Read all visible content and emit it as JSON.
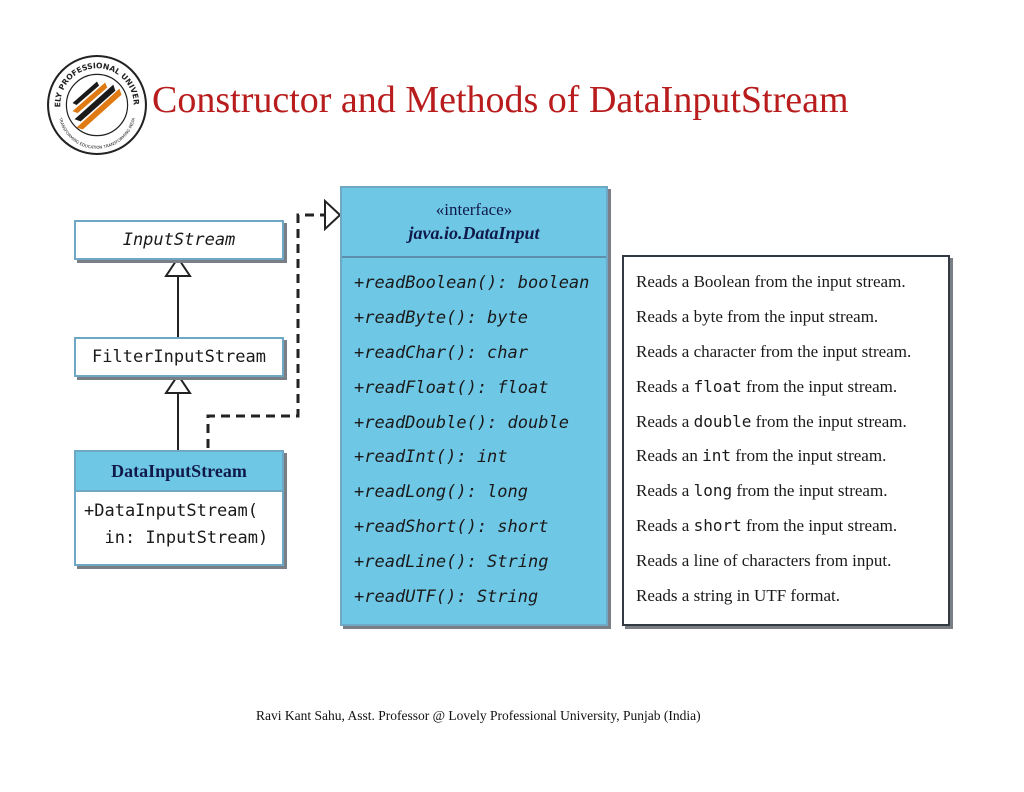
{
  "slide": {
    "title": "Constructor and Methods of DataInputStream",
    "footer": "Ravi Kant Sahu, Asst. Professor @ Lovely Professional University, Punjab (India)"
  },
  "logo": {
    "ring_text": "LOVELY PROFESSIONAL UNIVERSITY",
    "ring_text_bottom": "TRANSFORMING EDUCATION TRANSFORMING INDIA"
  },
  "diagram": {
    "classes": {
      "input_stream": "InputStream",
      "filter_input_stream": "FilterInputStream",
      "data_input_stream": {
        "name": "DataInputStream",
        "constructor": "+DataInputStream(\n  in: InputStream)"
      }
    },
    "interface": {
      "stereotype": "«interface»",
      "name": "java.io.DataInput",
      "methods": [
        "+readBoolean(): boolean",
        "+readByte(): byte",
        "+readChar(): char",
        "+readFloat(): float",
        "+readDouble(): double",
        "+readInt(): int",
        "+readLong(): long",
        "+readShort(): short",
        "+readLine(): String",
        "+readUTF(): String"
      ]
    },
    "descriptions": [
      {
        "pre": "Reads a Boolean from the input stream.",
        "kw": "",
        "post": ""
      },
      {
        "pre": "Reads a byte from the input stream.",
        "kw": "",
        "post": ""
      },
      {
        "pre": "Reads a character from the input stream.",
        "kw": "",
        "post": ""
      },
      {
        "pre": "Reads a ",
        "kw": "float",
        "post": " from the input stream."
      },
      {
        "pre": "Reads a ",
        "kw": "double",
        "post": " from the input stream."
      },
      {
        "pre": "Reads an ",
        "kw": "int",
        "post": " from the input stream."
      },
      {
        "pre": "Reads a ",
        "kw": "long",
        "post": " from the input stream."
      },
      {
        "pre": "Reads a ",
        "kw": "short",
        "post": " from the input stream."
      },
      {
        "pre": "Reads a line of characters from input.",
        "kw": "",
        "post": ""
      },
      {
        "pre": "Reads a string in UTF format.",
        "kw": "",
        "post": ""
      }
    ]
  },
  "colors": {
    "title": "#b81c1c",
    "header_fill": "#6fc7e6",
    "class_border": "#6fa8c4",
    "text": "#1a1a1a"
  }
}
